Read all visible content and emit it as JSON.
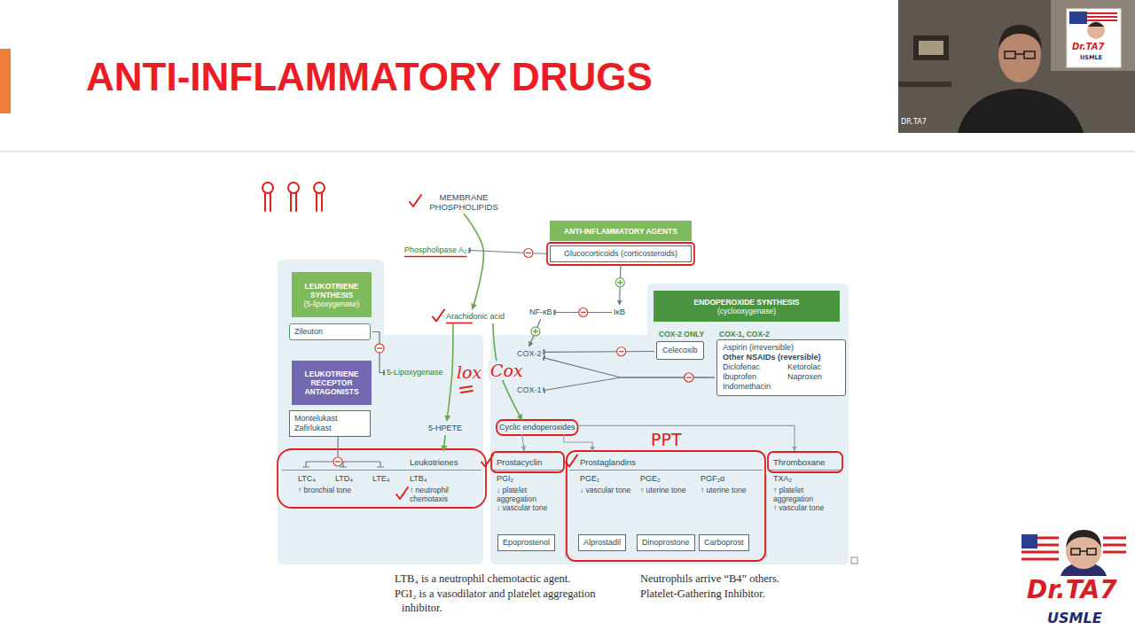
{
  "diagram": {
    "title": "ANTI-INFLAMMATORY DRUGS",
    "nodes": [
      {
        "text": [
          "MEMBRANE PHOSPHOLIPIDS"
        ]
      },
      {
        "text": [
          "Phospholipase A₂"
        ]
      },
      {
        "text": [
          "ANTI-INFLAMMATORY AGENTS"
        ]
      },
      {
        "text": [
          "Glucocorticoids (corticosteroids)"
        ]
      },
      {
        "text": [
          "Arachidonic acid"
        ]
      },
      {
        "text": [
          "NF-κB"
        ]
      },
      {
        "text": [
          "IκB"
        ]
      },
      {
        "text": [
          "LEUKOTRIENE SYNTHESIS",
          "(5-lipoxygenase)"
        ]
      },
      {
        "text": [
          "Zileuton"
        ]
      },
      {
        "text": [
          "LEUKOTRIENE RECEPTOR ANTAGONISTS"
        ]
      },
      {
        "text": [
          "Montelukast Zafirlukast"
        ]
      },
      {
        "text": [
          "5-Lipoxygenase"
        ]
      },
      {
        "text": [
          "ENDOPEROXIDE SYNTHESIS",
          "(cyclooxygenase)"
        ]
      },
      {
        "text": [
          "COX-2 ONLY",
          "Celecoxib"
        ]
      },
      {
        "text": [
          "COX-1, COX-2",
          "Aspirin (irreversible)",
          "Other NSAIDs (reversible)",
          "Diclofenac",
          "Ketorolac",
          "Ibuprofen",
          "Naproxen",
          "Indomethacin"
        ]
      },
      {
        "text": [
          "COX-2"
        ]
      },
      {
        "text": [
          "COX-1"
        ]
      },
      {
        "text": [
          "5-HPETE"
        ]
      },
      {
        "text": [
          "Cyclic endoperoxides"
        ]
      },
      {
        "text": [
          "Leukotrienes",
          "LTC₄",
          "LTD₄",
          "LTE₄",
          "↑ bronchial tone",
          "LTB₄",
          "↑ neutrophil chemotaxis"
        ]
      },
      {
        "text": [
          "Prostacyclin",
          "PGI₂",
          "↓ platelet aggregation",
          "↓ vascular tone"
        ]
      },
      {
        "text": [
          "Epoprostenol"
        ],
        "in": 20
      },
      {
        "text": [
          "Prostaglandins",
          "PGE₁",
          "↓ vascular tone",
          "PGE₂",
          "↑ uterine tone",
          "PGF₂α",
          "↑ uterine tone"
        ]
      },
      {
        "text": [
          "Alprostadil"
        ],
        "in": 22
      },
      {
        "text": [
          "Dinoprostone"
        ],
        "in": 22
      },
      {
        "text": [
          "Carboprost"
        ],
        "in": 22
      },
      {
        "text": [
          "Thromboxane",
          "TXA₂",
          "↑ platelet aggregation",
          "↑ vascular tone"
        ]
      }
    ],
    "edges": [
      {
        "from": 0,
        "to": 4,
        "arrow": "to"
      },
      {
        "from": 3,
        "to": 1,
        "arrow": "to"
      },
      {
        "from": 3,
        "to": 6,
        "arrow": "to"
      },
      {
        "from": 6,
        "to": 5,
        "arrow": "to"
      },
      {
        "from": 5,
        "to": 15,
        "arrow": "to"
      },
      {
        "from": 4,
        "to": 17,
        "arrow": "to"
      },
      {
        "from": 8,
        "to": 11,
        "arrow": "to"
      },
      {
        "from": 17,
        "to": 19,
        "arrow": "to"
      },
      {
        "from": 4,
        "to": 18,
        "arrow": "to"
      },
      {
        "from": 13,
        "to": 15,
        "arrow": "to"
      },
      {
        "from": 14,
        "to": 15,
        "arrow": "to"
      },
      {
        "from": 14,
        "to": 16,
        "arrow": "to"
      },
      {
        "from": 18,
        "to": 20,
        "arrow": "to"
      },
      {
        "from": 18,
        "to": 22,
        "arrow": "to"
      },
      {
        "from": 18,
        "to": 26,
        "arrow": "to"
      },
      {
        "from": 10,
        "to": 19,
        "arrow": "to"
      }
    ],
    "labels": [
      "lox",
      "Cox",
      "PPT",
      "LTB₄ is a neutrophil chemotactic agent.",
      "PGI₂ is a vasodilator and platelet aggregation inhibitor.",
      "Neutrophils arrive “B4” others.",
      "Platelet-Gathering Inhibitor.",
      "DR.TA7",
      "Dr.TA7",
      "USMLE",
      "Dr.TA7",
      "USMLE"
    ]
  }
}
